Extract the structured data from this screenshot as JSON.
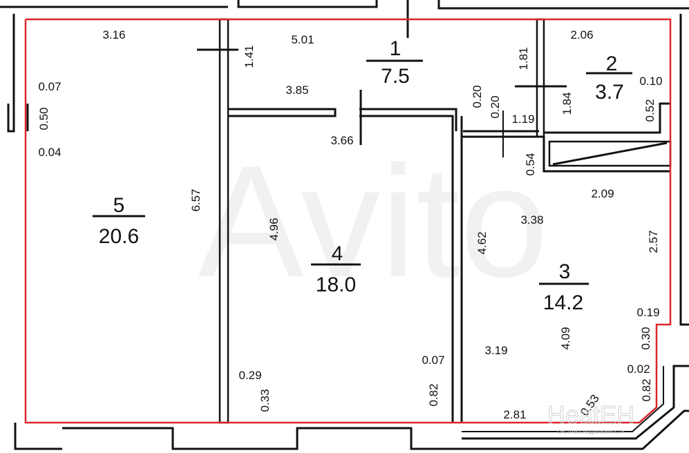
{
  "plan": {
    "border_color": "#d9262c",
    "rooms": [
      {
        "number": "1",
        "area": "7.5"
      },
      {
        "number": "2",
        "area": "3.7"
      },
      {
        "number": "3",
        "area": "14.2"
      },
      {
        "number": "4",
        "area": "18.0"
      },
      {
        "number": "5",
        "area": "20.6"
      }
    ],
    "dimensions": {
      "d316": "3.16",
      "d501": "5.01",
      "d141": "1.41",
      "d385": "3.85",
      "d366": "3.66",
      "d181": "1.81",
      "d206": "2.06",
      "d010": "0.10",
      "d184": "1.84",
      "d052": "0.52",
      "d020a": "0.20",
      "d020b": "0.20",
      "d119": "1.19",
      "d054": "0.54",
      "d007a": "0.07",
      "d050": "0.50",
      "d004": "0.04",
      "d657": "6.57",
      "d496": "4.96",
      "d462": "4.62",
      "d338": "3.38",
      "d209": "2.09",
      "d257": "2.57",
      "d019": "0.19",
      "d409": "4.09",
      "d030": "0.30",
      "d319": "3.19",
      "d002": "0.02",
      "d082a": "0.82",
      "d053": "0.53",
      "d281": "2.81",
      "d029": "0.29",
      "d033": "0.33",
      "d007b": "0.07",
      "d082b": "0.82"
    },
    "watermarks": {
      "avito": "Avito",
      "brand": "HeatEH",
      "brand_sub": "система недвижимости"
    }
  }
}
